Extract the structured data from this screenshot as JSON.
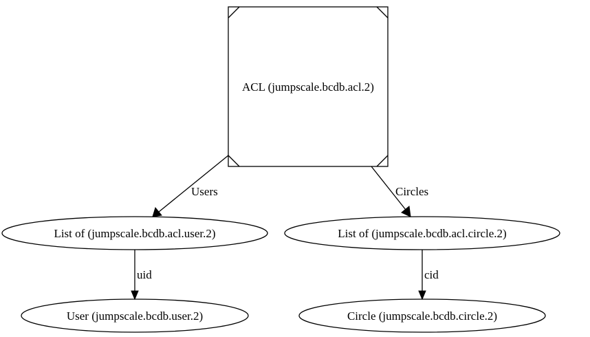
{
  "nodes": {
    "acl": {
      "label": "ACL (jumpscale.bcdb.acl.2)"
    },
    "list_users": {
      "label": "List of (jumpscale.bcdb.acl.user.2)"
    },
    "list_circles": {
      "label": "List of (jumpscale.bcdb.acl.circle.2)"
    },
    "user": {
      "label": "User (jumpscale.bcdb.user.2)"
    },
    "circle": {
      "label": "Circle (jumpscale.bcdb.circle.2)"
    }
  },
  "edges": {
    "acl_users": {
      "from": "acl",
      "to": "list_users",
      "label": "Users"
    },
    "acl_circles": {
      "from": "acl",
      "to": "list_circles",
      "label": "Circles"
    },
    "users_uid": {
      "from": "list_users",
      "to": "user",
      "label": "uid"
    },
    "circles_cid": {
      "from": "list_circles",
      "to": "circle",
      "label": "cid"
    }
  }
}
